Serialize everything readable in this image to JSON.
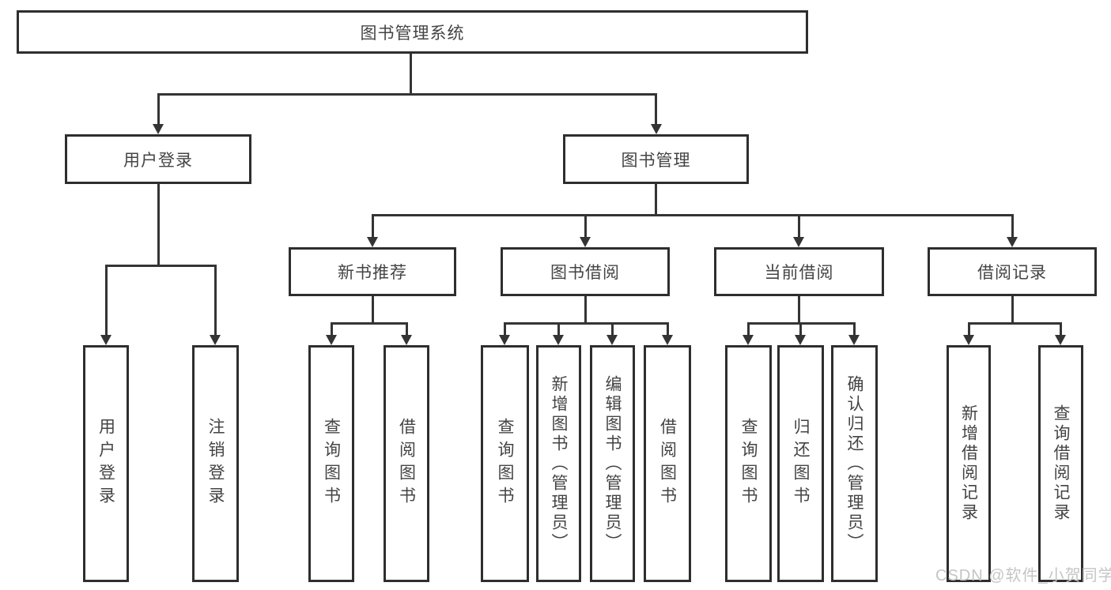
{
  "diagram": {
    "type": "hierarchy-tree",
    "root": {
      "label": "图书管理系统"
    },
    "level2": [
      {
        "id": "user-login",
        "label": "用户登录"
      },
      {
        "id": "book-management",
        "label": "图书管理"
      }
    ],
    "level3": [
      {
        "id": "new-book-recommend",
        "label": "新书推荐"
      },
      {
        "id": "book-borrow",
        "label": "图书借阅"
      },
      {
        "id": "current-borrow",
        "label": "当前借阅"
      },
      {
        "id": "borrow-record",
        "label": "借阅记录"
      }
    ],
    "leaves": {
      "user_login": [
        "用户登录",
        "注销登录"
      ],
      "new_book_recommend": [
        "查询图书",
        "借阅图书"
      ],
      "book_borrow": [
        "查询图书",
        "新增图书（管理员）",
        "编辑图书（管理员）",
        "借阅图书"
      ],
      "current_borrow": [
        "查询图书",
        "归还图书",
        "确认归还（管理员）"
      ],
      "borrow_record": [
        "新增借阅记录",
        "查询借阅记录"
      ]
    },
    "colors": {
      "box_border": "#2e2e2e",
      "connector": "#343434",
      "text": "#444444",
      "watermark_text": "#c5c5c5",
      "background": "#ffffff"
    }
  },
  "watermark": {
    "text": "CSDN @软件_小贺同学"
  }
}
